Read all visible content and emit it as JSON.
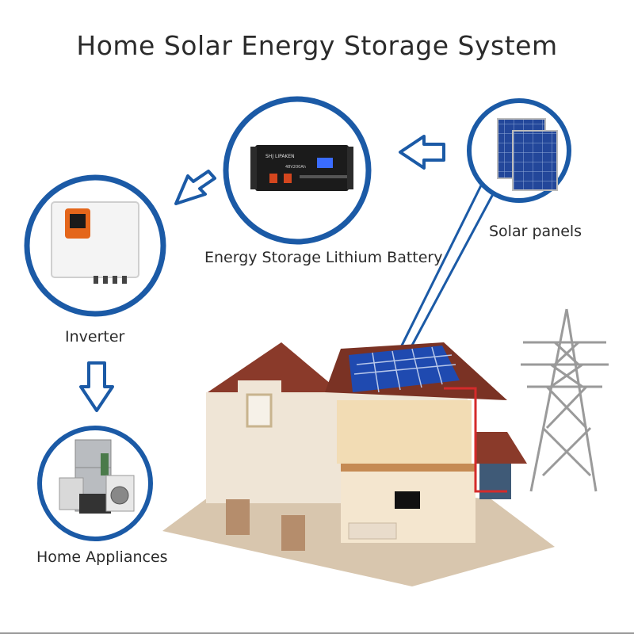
{
  "title": "Home Solar Energy Storage System",
  "labels": {
    "battery": "Energy Storage Lithium Battery",
    "solar": "Solar panels",
    "inverter": "Inverter",
    "appliances": "Home Appliances"
  },
  "battery_brand": "SHJ LIPAKEN",
  "battery_model": "48V200Ah",
  "colors": {
    "circle": "#1b5aa6",
    "arrow": "#1b5aa6",
    "solar_panel": "#1f3f8f",
    "roof": "#8a3a2a",
    "wall": "#efe5d6",
    "pylon": "#9a9a9a",
    "wire": "#d42b2b"
  }
}
